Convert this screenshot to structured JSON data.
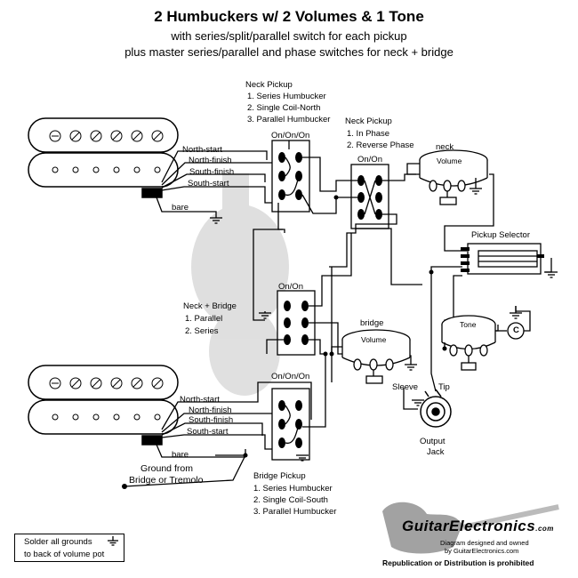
{
  "title": "2 Humbuckers w/ 2 Volumes & 1 Tone",
  "subtitle_1": "with series/split/parallel switch for each pickup",
  "subtitle_2": "plus master series/parallel and phase switches for neck + bridge",
  "neck_pickup_switch": {
    "heading": "Neck Pickup",
    "options": [
      "1. Series Humbucker",
      "2. Single Coil-North",
      "3. Parallel Humbucker"
    ],
    "type": "On/On/On"
  },
  "phase_switch": {
    "heading": "Neck Pickup",
    "options": [
      "1. In Phase",
      "2. Reverse Phase"
    ],
    "type": "On/On"
  },
  "neck_bridge_switch": {
    "heading": "Neck + Bridge",
    "options": [
      "1. Parallel",
      "2. Series"
    ],
    "type": "On/On"
  },
  "bridge_pickup_switch": {
    "heading": "Bridge Pickup",
    "options": [
      "1. Series Humbucker",
      "2. Single Coil-South",
      "3. Parallel Humbucker"
    ],
    "type": "On/On/On"
  },
  "neck_wires": [
    "North-start",
    "North-finish",
    "South-finish",
    "South-start",
    "bare"
  ],
  "bridge_wires": [
    "North-start",
    "North-finish",
    "South-finish",
    "South-start",
    "bare"
  ],
  "pots": {
    "neck_label": "neck",
    "neck_pot": "Volume",
    "bridge_label": "bridge",
    "bridge_pot": "Volume",
    "tone_pot": "Tone",
    "cap": "C"
  },
  "pickup_selector": "Pickup Selector",
  "jack": {
    "sleeve": "Sleeve",
    "tip": "Tip",
    "label_1": "Output",
    "label_2": "Jack"
  },
  "ground_note": [
    "Ground from",
    "Bridge or Tremolo"
  ],
  "solder_note": [
    "Solder all grounds",
    "to back of volume pot"
  ],
  "credits": {
    "logo": "GuitarElectronics",
    "logo_suffix": ".com",
    "line_1": "Diagram designed and owned",
    "line_2": "by GuitarElectronics.com",
    "line_3": "Republication or Distribution is prohibited"
  }
}
